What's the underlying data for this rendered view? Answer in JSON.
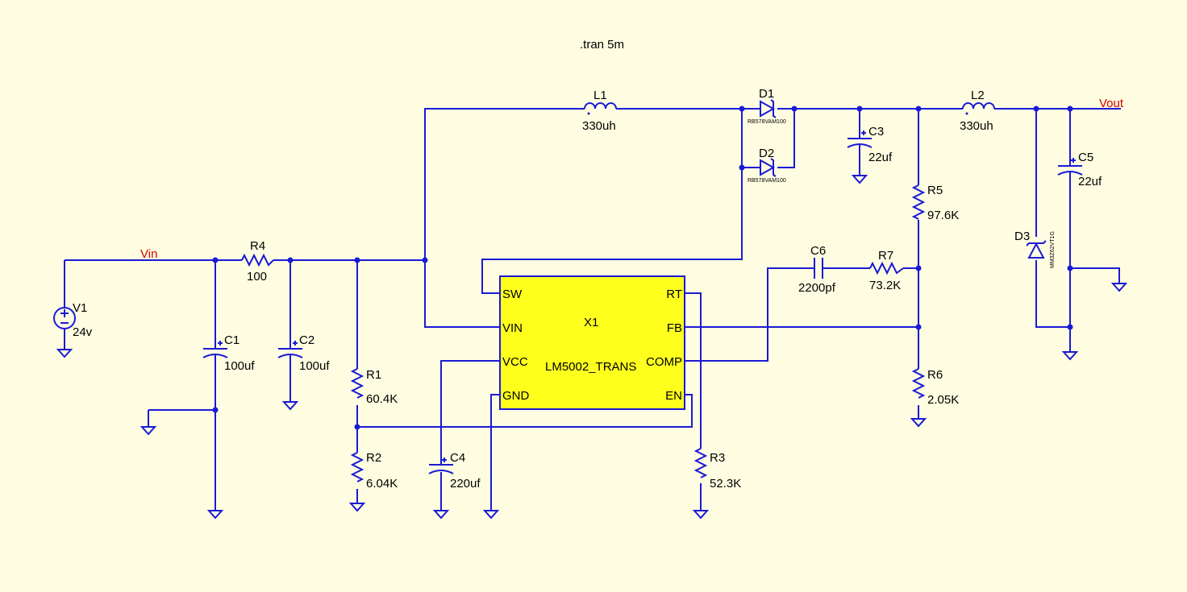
{
  "directive": ".tran 5m",
  "nets": {
    "vin": "Vin",
    "vout": "Vout"
  },
  "ic": {
    "ref": "X1",
    "part": "LM5002_TRANS",
    "pins": {
      "sw": "SW",
      "vin": "VIN",
      "vcc": "VCC",
      "gnd": "GND",
      "rt": "RT",
      "fb": "FB",
      "comp": "COMP",
      "en": "EN"
    }
  },
  "components": {
    "v1": {
      "ref": "V1",
      "value": "24v"
    },
    "r4": {
      "ref": "R4",
      "value": "100"
    },
    "c1": {
      "ref": "C1",
      "value": "100uf"
    },
    "c2": {
      "ref": "C2",
      "value": "100uf"
    },
    "r1": {
      "ref": "R1",
      "value": "60.4K"
    },
    "r2": {
      "ref": "R2",
      "value": "6.04K"
    },
    "c4": {
      "ref": "C4",
      "value": "220uf"
    },
    "r3": {
      "ref": "R3",
      "value": "52.3K"
    },
    "l1": {
      "ref": "L1",
      "value": "330uh"
    },
    "d1": {
      "ref": "D1",
      "value": "RB578VAM100"
    },
    "d2": {
      "ref": "D2",
      "value": "RB578VAM100"
    },
    "c3": {
      "ref": "C3",
      "value": "22uf"
    },
    "r5": {
      "ref": "R5",
      "value": "97.6K"
    },
    "c6": {
      "ref": "C6",
      "value": "2200pf"
    },
    "r7": {
      "ref": "R7",
      "value": "73.2K"
    },
    "r6": {
      "ref": "R6",
      "value": "2.05K"
    },
    "l2": {
      "ref": "L2",
      "value": "330uh"
    },
    "c5": {
      "ref": "C5",
      "value": "22uf"
    },
    "d3": {
      "ref": "D3",
      "value": "MM3Z62VT1G"
    }
  },
  "colors": {
    "wire": "#1a1ad6",
    "background": "#fffde1",
    "chip": "#ffff1e",
    "net_label": "#d90000"
  }
}
